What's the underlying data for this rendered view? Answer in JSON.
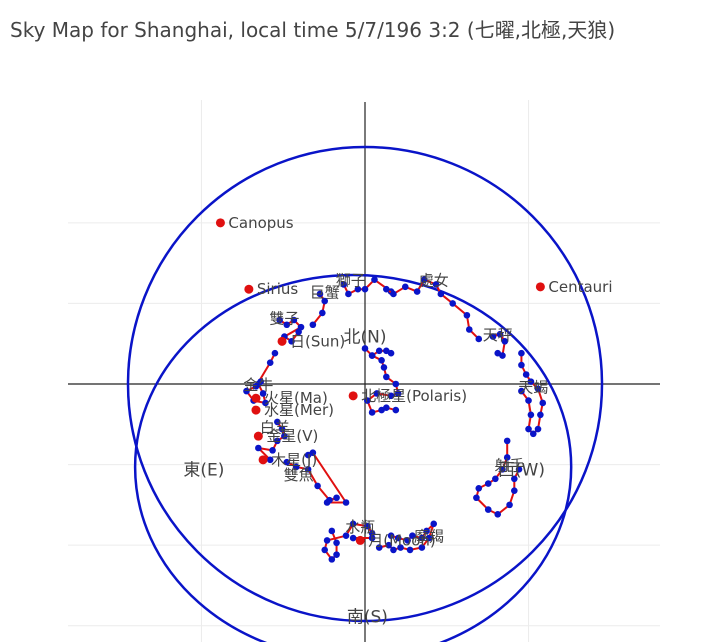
{
  "title": "Sky Map for Shanghai, local time 5/7/196 3:2 (七曜,北極,天狼)",
  "colors": {
    "horizon": "#0a14c8",
    "constellation_line": "#e01010",
    "star": "#0a14c8",
    "body": "#e01010",
    "text": "#444444"
  },
  "chart_data": {
    "type": "scatter",
    "title": "Sky Map for Shanghai, local time 5/7/196 3:2 (七曜,北極,天狼)",
    "xlim": [
      -1.15,
      1.12
    ],
    "ylim": [
      -1.0,
      1.05
    ],
    "grid": true,
    "legend": "none",
    "horizon_circle": {
      "cx": 0,
      "cy": 0,
      "r": 1
    },
    "ecliptic_ellipse": {
      "cx": -0.05,
      "cy": -0.35,
      "rx": 0.92,
      "ry": 0.81
    },
    "directions": [
      {
        "label": "北(N)",
        "x": 0.0,
        "y": 0.2
      },
      {
        "label": "東(E)",
        "x": -0.68,
        "y": -0.36
      },
      {
        "label": "西(W)",
        "x": 0.66,
        "y": -0.36
      },
      {
        "label": "南(S)",
        "x": 0.01,
        "y": -0.98
      }
    ],
    "named_stars": [
      {
        "label": "Canopus",
        "x": -0.61,
        "y": 0.68
      },
      {
        "label": "Sirius",
        "x": -0.49,
        "y": 0.4
      },
      {
        "label": "Centauri",
        "x": 0.74,
        "y": 0.41
      },
      {
        "label": "北極星(Polaris)",
        "x": -0.05,
        "y": -0.05
      }
    ],
    "solar_bodies": [
      {
        "label": "日(Sun)",
        "x": -0.35,
        "y": 0.18
      },
      {
        "label": "火星(Ma)",
        "x": -0.46,
        "y": -0.06
      },
      {
        "label": "水星(Mer)",
        "x": -0.46,
        "y": -0.11
      },
      {
        "label": "金星(V)",
        "x": -0.45,
        "y": -0.22
      },
      {
        "label": "木星(J)",
        "x": -0.43,
        "y": -0.32
      },
      {
        "label": "月(Moon)",
        "x": -0.02,
        "y": -0.66
      }
    ],
    "constellations": [
      {
        "label": "獅子",
        "lx": -0.06,
        "ly": 0.44,
        "points": [
          [
            -0.09,
            0.42
          ],
          [
            -0.07,
            0.38
          ],
          [
            -0.03,
            0.4
          ],
          [
            0.0,
            0.4
          ],
          [
            0.04,
            0.44
          ],
          [
            0.11,
            0.39
          ]
        ]
      },
      {
        "label": "巨蟹",
        "lx": -0.17,
        "ly": 0.39,
        "points": [
          [
            -0.19,
            0.38
          ],
          [
            -0.17,
            0.35
          ],
          [
            -0.18,
            0.3
          ],
          [
            -0.22,
            0.25
          ]
        ]
      },
      {
        "label": "處女",
        "lx": 0.29,
        "ly": 0.44,
        "points": [
          [
            0.09,
            0.4
          ],
          [
            0.12,
            0.38
          ],
          [
            0.17,
            0.41
          ],
          [
            0.22,
            0.39
          ],
          [
            0.25,
            0.44
          ],
          [
            0.3,
            0.42
          ],
          [
            0.32,
            0.38
          ],
          [
            0.37,
            0.34
          ],
          [
            0.43,
            0.29
          ],
          [
            0.44,
            0.23
          ],
          [
            0.48,
            0.19
          ]
        ]
      },
      {
        "label": "雙子",
        "lx": -0.34,
        "ly": 0.28,
        "points": [
          [
            -0.36,
            0.27
          ],
          [
            -0.33,
            0.25
          ],
          [
            -0.3,
            0.27
          ],
          [
            -0.27,
            0.24
          ],
          [
            -0.34,
            0.2
          ],
          [
            -0.31,
            0.18
          ],
          [
            -0.28,
            0.22
          ]
        ]
      },
      {
        "label": "天秤",
        "lx": 0.56,
        "ly": 0.21,
        "points": [
          [
            0.54,
            0.2
          ],
          [
            0.57,
            0.21
          ],
          [
            0.59,
            0.18
          ],
          [
            0.58,
            0.12
          ],
          [
            0.56,
            0.13
          ]
        ]
      },
      {
        "label": "天蝎",
        "lx": 0.71,
        "ly": -0.01,
        "points": [
          [
            0.66,
            0.13
          ],
          [
            0.66,
            0.08
          ],
          [
            0.68,
            0.04
          ],
          [
            0.7,
            0.01
          ],
          [
            0.73,
            -0.02
          ],
          [
            0.75,
            -0.08
          ],
          [
            0.74,
            -0.13
          ],
          [
            0.73,
            -0.19
          ],
          [
            0.71,
            -0.21
          ],
          [
            0.69,
            -0.19
          ],
          [
            0.7,
            -0.13
          ],
          [
            0.69,
            -0.07
          ],
          [
            0.66,
            -0.03
          ]
        ]
      },
      {
        "label": "射手",
        "lx": 0.61,
        "ly": -0.34,
        "points": [
          [
            0.6,
            -0.24
          ],
          [
            0.6,
            -0.31
          ],
          [
            0.58,
            -0.36
          ],
          [
            0.55,
            -0.4
          ],
          [
            0.52,
            -0.42
          ],
          [
            0.48,
            -0.44
          ],
          [
            0.47,
            -0.48
          ],
          [
            0.52,
            -0.53
          ],
          [
            0.56,
            -0.55
          ],
          [
            0.61,
            -0.51
          ],
          [
            0.63,
            -0.45
          ],
          [
            0.63,
            -0.4
          ],
          [
            0.65,
            -0.36
          ]
        ]
      },
      {
        "label": "摩羯",
        "lx": 0.27,
        "ly": -0.64,
        "points": [
          [
            0.11,
            -0.64
          ],
          [
            0.14,
            -0.65
          ],
          [
            0.18,
            -0.66
          ],
          [
            0.2,
            -0.64
          ],
          [
            0.24,
            -0.65
          ],
          [
            0.26,
            -0.62
          ],
          [
            0.29,
            -0.59
          ],
          [
            0.27,
            -0.65
          ],
          [
            0.24,
            -0.69
          ],
          [
            0.19,
            -0.7
          ],
          [
            0.15,
            -0.69
          ],
          [
            0.12,
            -0.7
          ],
          [
            0.1,
            -0.68
          ],
          [
            0.06,
            -0.69
          ]
        ]
      },
      {
        "label": "水瓶",
        "lx": -0.02,
        "ly": -0.6,
        "points": [
          [
            -0.14,
            -0.62
          ],
          [
            -0.12,
            -0.67
          ],
          [
            -0.12,
            -0.72
          ],
          [
            -0.14,
            -0.74
          ],
          [
            -0.17,
            -0.7
          ],
          [
            -0.16,
            -0.66
          ],
          [
            -0.08,
            -0.64
          ],
          [
            -0.05,
            -0.59
          ],
          [
            0.01,
            -0.6
          ],
          [
            0.03,
            -0.63
          ],
          [
            0.03,
            -0.65
          ],
          [
            -0.05,
            -0.65
          ]
        ]
      },
      {
        "label": "雙魚",
        "lx": -0.28,
        "ly": -0.38,
        "points": [
          [
            -0.33,
            -0.33
          ],
          [
            -0.29,
            -0.35
          ],
          [
            -0.24,
            -0.36
          ],
          [
            -0.2,
            -0.43
          ],
          [
            -0.15,
            -0.49
          ],
          [
            -0.12,
            -0.48
          ],
          [
            -0.16,
            -0.5
          ],
          [
            -0.08,
            -0.5
          ],
          [
            -0.22,
            -0.29
          ],
          [
            -0.24,
            -0.3
          ]
        ]
      },
      {
        "label": "白羊",
        "lx": -0.38,
        "ly": -0.18,
        "points": [
          [
            -0.37,
            -0.16
          ],
          [
            -0.35,
            -0.19
          ],
          [
            -0.34,
            -0.22
          ],
          [
            -0.37,
            -0.24
          ],
          [
            -0.39,
            -0.28
          ],
          [
            -0.45,
            -0.27
          ],
          [
            -0.4,
            -0.32
          ]
        ]
      },
      {
        "label": "金牛",
        "lx": -0.45,
        "ly": 0.0,
        "points": [
          [
            -0.44,
            0.01
          ],
          [
            -0.45,
            0.0
          ],
          [
            -0.43,
            -0.04
          ],
          [
            -0.42,
            -0.08
          ],
          [
            -0.47,
            -0.07
          ],
          [
            -0.5,
            -0.03
          ],
          [
            -0.46,
            -0.01
          ],
          [
            -0.4,
            0.09
          ],
          [
            -0.38,
            0.13
          ]
        ]
      },
      {
        "label": "",
        "lx": 0,
        "ly": 0,
        "points": [
          [
            0.0,
            0.15
          ],
          [
            0.03,
            0.12
          ],
          [
            0.07,
            0.1
          ],
          [
            0.08,
            0.07
          ],
          [
            0.09,
            0.03
          ],
          [
            0.13,
            0.0
          ],
          [
            0.14,
            -0.04
          ],
          [
            0.11,
            -0.05
          ],
          [
            0.05,
            -0.04
          ],
          [
            0.01,
            -0.07
          ],
          [
            0.03,
            -0.12
          ],
          [
            0.07,
            -0.11
          ],
          [
            0.09,
            -0.1
          ],
          [
            0.13,
            -0.11
          ]
        ]
      },
      {
        "label": "",
        "lx": 0,
        "ly": 0,
        "points": [
          [
            0.03,
            0.12
          ],
          [
            0.06,
            0.14
          ],
          [
            0.09,
            0.14
          ],
          [
            0.11,
            0.13
          ]
        ]
      }
    ]
  }
}
